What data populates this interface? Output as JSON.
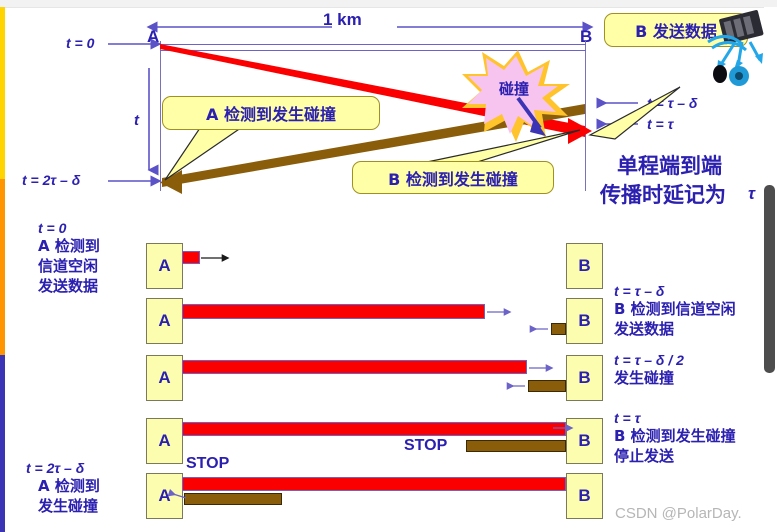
{
  "page": {
    "watermark": "CSDN @PolarDay.",
    "accent_yellow": "#ffd400",
    "accent_orange": "#ff9500",
    "accent_blue": "#3b34b5",
    "text_blue": "#2b20b0",
    "red": "#fb0000",
    "brown": "#8a5d0a",
    "bubble_fill": "#ffffa8"
  },
  "top_diagram": {
    "distance_label": "1 km",
    "node_a": "A",
    "node_b": "B",
    "time_axis_label": "t",
    "t_zero": "t = 0",
    "t_2tau_minus_delta": "t = 2τ – δ",
    "t_tau_minus_delta": "t = τ – δ",
    "t_tau": "t = τ",
    "collision_star": "碰撞",
    "bubble_a_detect": "A 检测到发生碰撞",
    "bubble_b_detect": "B 检测到发生碰撞",
    "bubble_b_send": "B 发送数据",
    "note_line1": "单程端到端",
    "note_line2": "传播时延记为",
    "note_tau": "τ",
    "computer_icon": "network-computer-icon"
  },
  "sequence": {
    "node_a": "A",
    "node_b": "B",
    "stop_label": "STOP",
    "left_notes": [
      {
        "time": "t = 0",
        "lines": [
          "A 检测到",
          "信道空闲",
          "发送数据"
        ]
      },
      {
        "time": "t = 2τ – δ",
        "lines": [
          "A 检测到",
          "发生碰撞"
        ]
      }
    ],
    "right_notes": [
      {
        "time": "t = τ – δ",
        "lines": [
          "B 检测到信道空闲",
          "发送数据"
        ]
      },
      {
        "time": "t = τ – δ / 2",
        "lines": [
          "发生碰撞"
        ]
      },
      {
        "time": "t = τ",
        "lines": [
          "B 检测到发生碰撞",
          "停止发送"
        ]
      }
    ],
    "rows": [
      {
        "id": "row-1",
        "red_width": 18,
        "brown_width": 0
      },
      {
        "id": "row-2",
        "red_width": 335,
        "brown_width": 18
      },
      {
        "id": "row-3",
        "red_width": 385,
        "brown_width": 70
      },
      {
        "id": "row-4",
        "red_width": 425,
        "brown_width": 140
      },
      {
        "id": "row-5",
        "red_width": 425,
        "brown_width": 145
      }
    ]
  }
}
